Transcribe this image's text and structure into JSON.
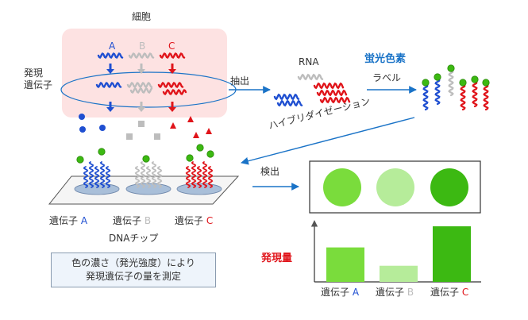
{
  "labels": {
    "cell": "細胞",
    "expressed_gene_line1": "発現",
    "expressed_gene_line2": "遺伝子",
    "extraction": "抽出",
    "rna": "RNA",
    "fluorescent_dye": "蛍光色素",
    "label": "ラベル",
    "hybridization": "ハイブリダイゼーション",
    "detection": "検出",
    "dna_chip": "DNAチップ",
    "expression_level": "発現量"
  },
  "gene_letters": [
    "A",
    "B",
    "C"
  ],
  "chip_genes": [
    {
      "prefix": "遺伝子",
      "letter": "A"
    },
    {
      "prefix": "遺伝子",
      "letter": "B"
    },
    {
      "prefix": "遺伝子",
      "letter": "C"
    }
  ],
  "bar_genes": [
    {
      "prefix": "遺伝子",
      "letter": "A"
    },
    {
      "prefix": "遺伝子",
      "letter": "B"
    },
    {
      "prefix": "遺伝子",
      "letter": "C"
    }
  ],
  "note": {
    "line1": "色の濃さ（発光強度）により",
    "line2": "発現遺伝子の量を測定"
  },
  "expression_bars": {
    "genes": [
      "A",
      "B",
      "C"
    ],
    "values": [
      0.62,
      0.29,
      1.0
    ]
  },
  "colors": {
    "gene_a": "#1f4fd1",
    "gene_b": "#bdbdbd",
    "gene_c": "#e0141a",
    "cell_fill": "#fde2e2",
    "accent_blue": "#1a73c7",
    "spot_a": "#7adc3c",
    "spot_b": "#b6ec9a",
    "spot_c": "#3cb912",
    "dye": "#3cb912"
  }
}
